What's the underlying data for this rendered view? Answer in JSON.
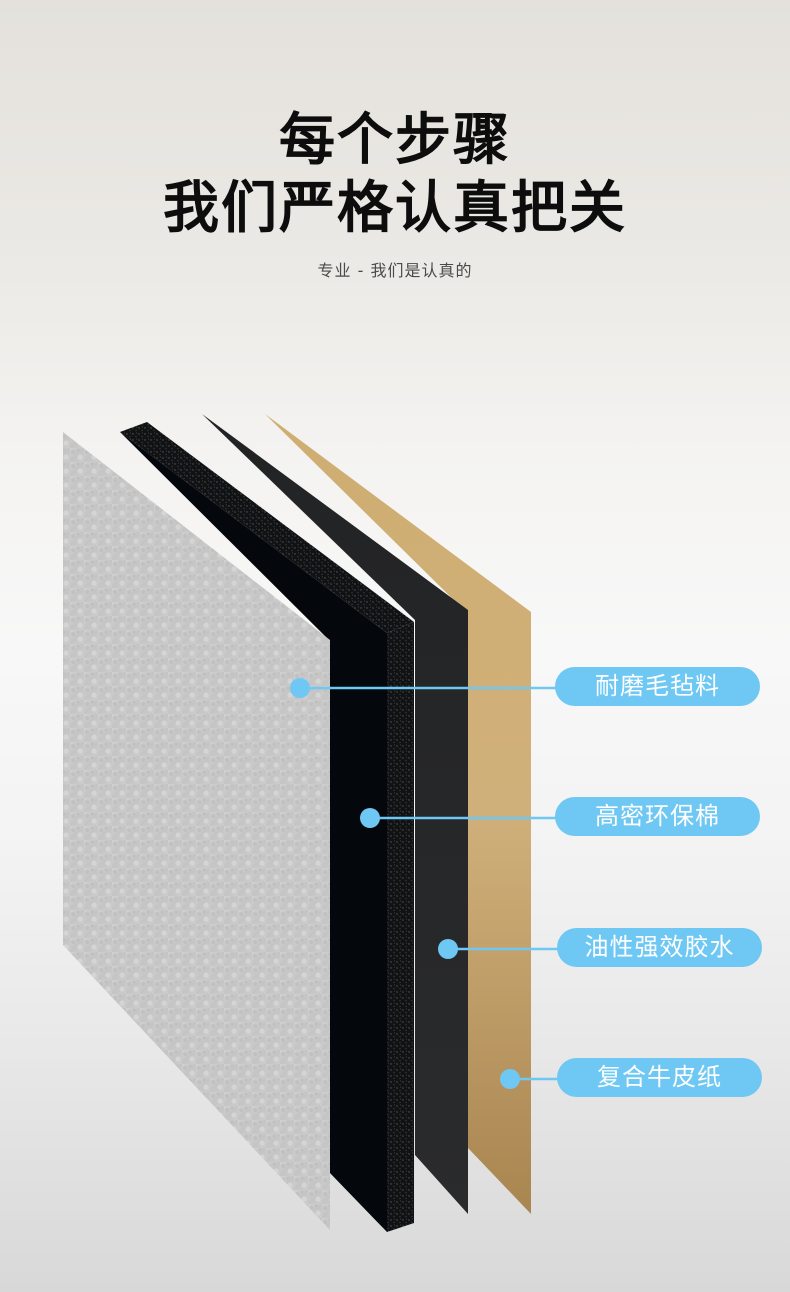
{
  "header": {
    "title_line1": "每个步骤",
    "title_line2": "我们严格认真把关",
    "subtitle": "专业 - 我们是认真的"
  },
  "colors": {
    "accent": "#6ec8f3",
    "felt": "#c9c9c9",
    "foam": "#05080c",
    "glue_sheet": "#242526",
    "kraft": "#c9a96b"
  },
  "layers": [
    {
      "label": "耐磨毛毡料",
      "material": "felt"
    },
    {
      "label": "高密环保棉",
      "material": "foam"
    },
    {
      "label": "油性强效胶水",
      "material": "glue"
    },
    {
      "label": "复合牛皮纸",
      "material": "kraft"
    }
  ]
}
